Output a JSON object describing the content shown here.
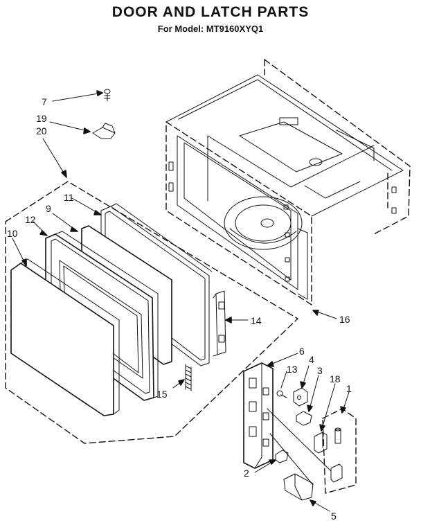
{
  "title": "DOOR AND LATCH PARTS",
  "subtitle": "For Model: MT9160XYQ1",
  "callouts": {
    "c7": "7",
    "c19": "19",
    "c20": "20",
    "c11": "11",
    "c9": "9",
    "c12": "12",
    "c10": "10",
    "c14": "14",
    "c15": "15",
    "c16": "16",
    "c6": "6",
    "c13": "13",
    "c4": "4",
    "c3": "3",
    "c18": "18",
    "c1": "1",
    "c2": "2",
    "c5": "5"
  }
}
